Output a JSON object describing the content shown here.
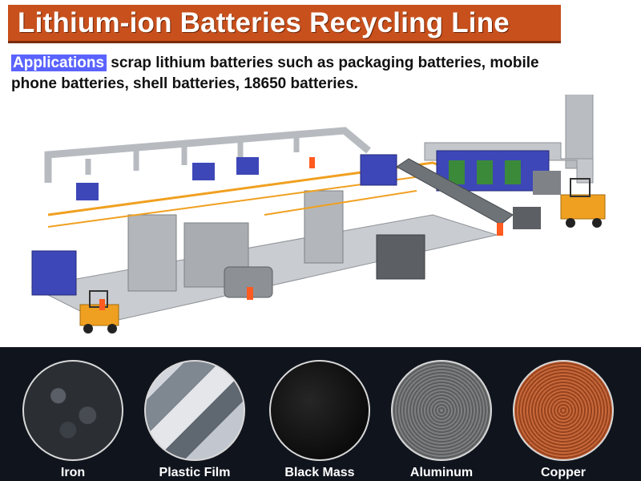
{
  "header": {
    "title": "Lithium-ion Batteries Recycling Line",
    "title_bg": "#c8501c"
  },
  "applications": {
    "label": "Applications",
    "text": " scrap lithium batteries such as packaging batteries, mobile phone batteries, shell batteries, 18650 batteries.",
    "highlight_color": "#5a63ff"
  },
  "materials": [
    {
      "label": "Iron",
      "color": "#2b2e33"
    },
    {
      "label": "Plastic Film",
      "color": "#9aa1ab"
    },
    {
      "label": "Black Mass",
      "color": "#141414"
    },
    {
      "label": "Aluminum",
      "color": "#6b6d6e"
    },
    {
      "label": "Copper",
      "color": "#b0542c"
    }
  ],
  "colors": {
    "band_bg": "#10141d",
    "machine_blue": "#3e47b8",
    "frame_orange": "#f0a020",
    "steel": "#9ea3a8"
  }
}
